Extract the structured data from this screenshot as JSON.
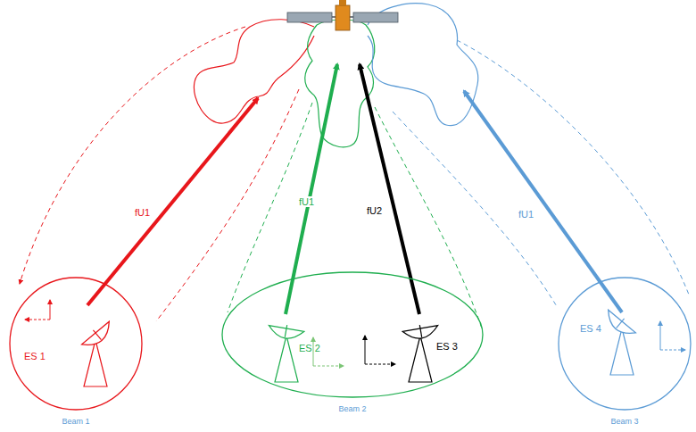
{
  "diagram": {
    "nodes": [
      {
        "text": [
          "Beam 1"
        ]
      },
      {
        "text": [
          "ES 1"
        ],
        "in": 0
      },
      {
        "text": [
          "Beam 2"
        ]
      },
      {
        "text": [
          "ES 2"
        ],
        "in": 2
      },
      {
        "text": [
          "ES 3"
        ],
        "in": 2
      },
      {
        "text": [
          "Beam 3"
        ]
      },
      {
        "text": [
          "ES 4"
        ],
        "in": 5
      }
    ],
    "labels": [
      "fU1",
      "fU1",
      "fU2",
      "fU1"
    ]
  }
}
